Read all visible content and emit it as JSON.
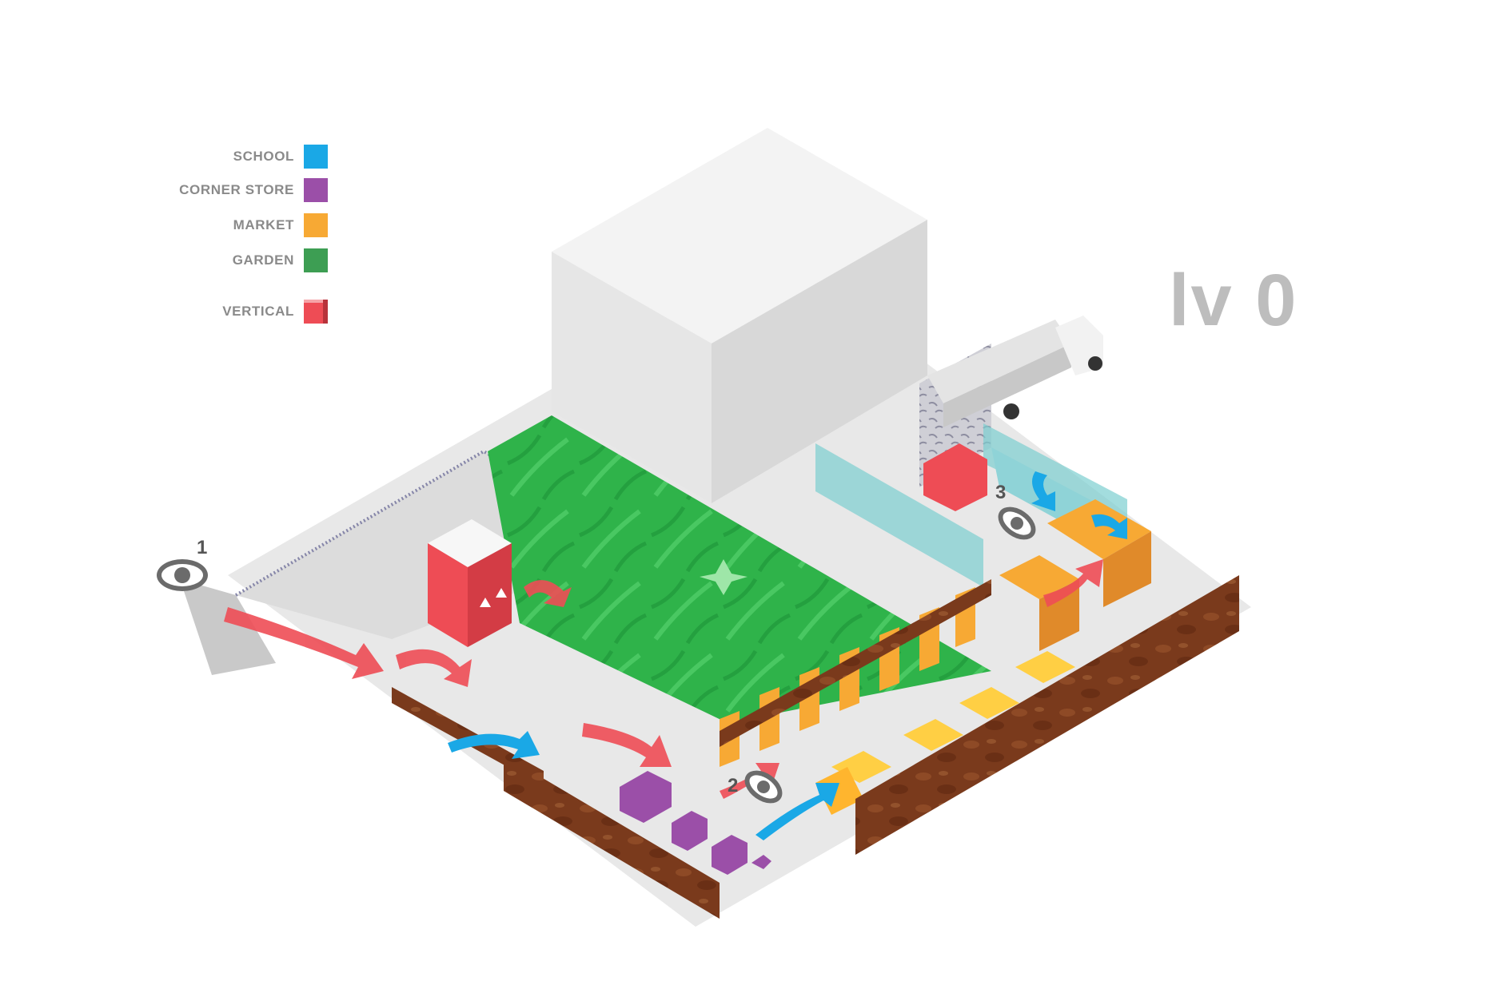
{
  "legend": {
    "items": [
      {
        "label": "SCHOOL",
        "color": "#1aa8e6",
        "icon": "school-swatch"
      },
      {
        "label": "CORNER STORE",
        "color": "#9b4fa8",
        "icon": "corner-store-swatch"
      },
      {
        "label": "MARKET",
        "color": "#f7a934",
        "icon": "market-swatch"
      },
      {
        "label": "GARDEN",
        "color": "#3d9e53",
        "icon": "garden-swatch"
      },
      {
        "label": "VERTICAL",
        "color": "#ee4c55",
        "icon": "vertical-cube-swatch"
      }
    ]
  },
  "level_title": "lv 0",
  "viewpoints": [
    {
      "number": "1",
      "icon": "eye-icon"
    },
    {
      "number": "2",
      "icon": "eye-icon"
    },
    {
      "number": "3",
      "icon": "eye-icon"
    }
  ],
  "colors": {
    "school": "#1aa8e6",
    "corner_store": "#9b4fa8",
    "market": "#f7a934",
    "garden": "#2fb34a",
    "vertical": "#ee4c55",
    "soil": "#7a3a1c",
    "building": "#ededed"
  }
}
